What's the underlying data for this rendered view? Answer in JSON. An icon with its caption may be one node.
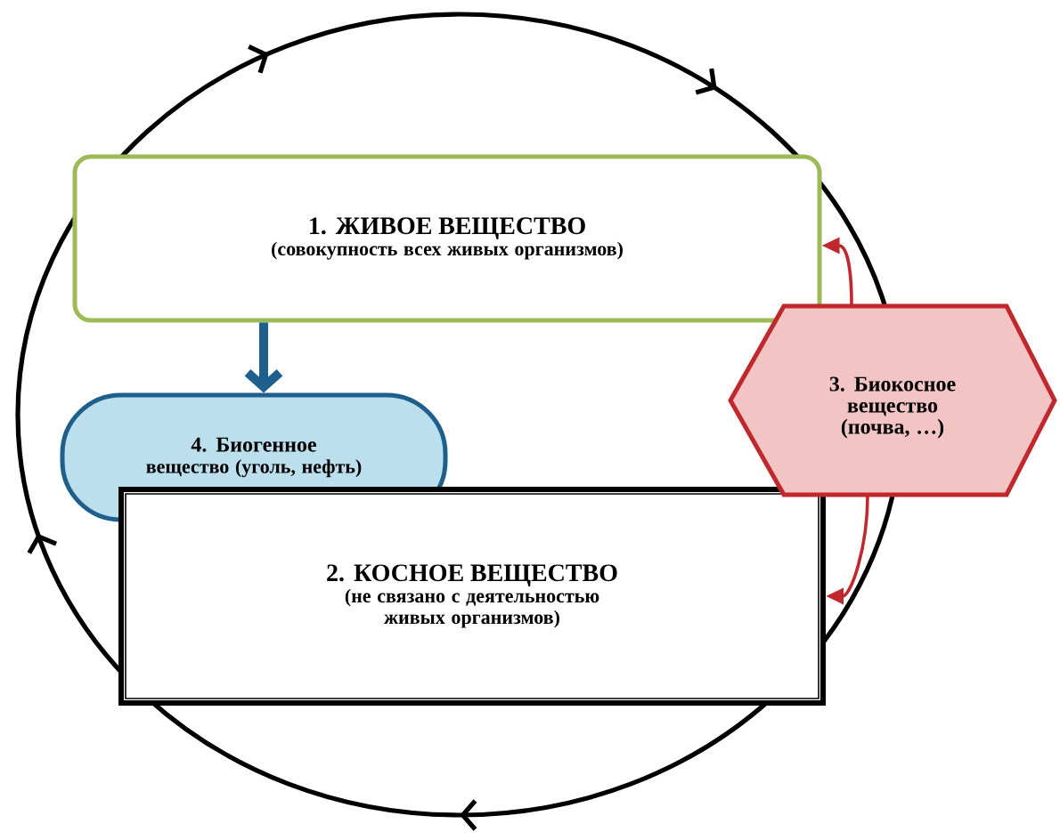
{
  "diagram": {
    "nodes": [
      {
        "text": [
          "1. ЖИВОЕ ВЕЩЕСТВО",
          "(совокупность всех живых организмов)"
        ]
      },
      {
        "text": [
          "4. Биогенное",
          "вещество (уголь, нефть)"
        ]
      },
      {
        "text": [
          "2. КОСНОЕ ВЕЩЕСТВО",
          "(не связано с деятельностью живых организмов)"
        ]
      },
      {
        "text": [
          "3. Биокосное вещество (почва, …)"
        ]
      }
    ],
    "edges": [
      {
        "from": 0,
        "to": 1,
        "arrow": "to",
        "style": "thick",
        "color": "#1f5f8b"
      },
      {
        "from": 3,
        "to": 0,
        "arrow": "to",
        "color": "#c0282d"
      },
      {
        "from": 3,
        "to": 2,
        "arrow": "to",
        "color": "#c0282d"
      }
    ]
  }
}
